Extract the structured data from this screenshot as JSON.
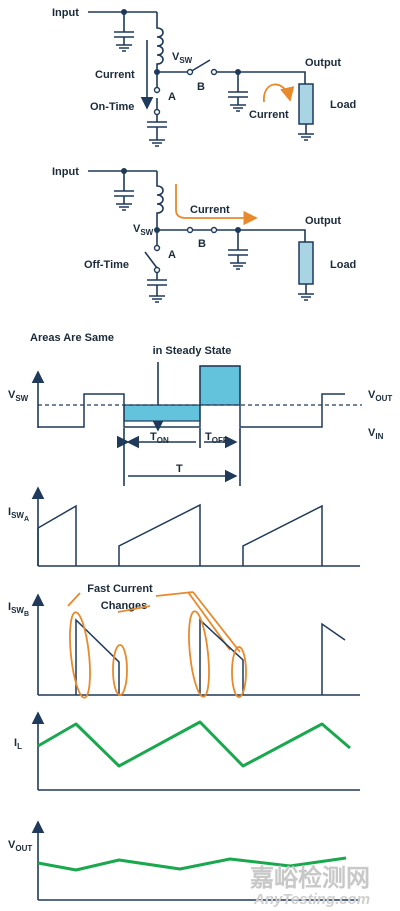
{
  "circuit_on": {
    "input": "Input",
    "output": "Output",
    "vsw": "V",
    "vsw_sub": "SW",
    "current_left": "Current",
    "current_right": "Current",
    "on_time": "On-Time",
    "node_a": "A",
    "node_b": "B",
    "load": "Load"
  },
  "circuit_off": {
    "input": "Input",
    "output": "Output",
    "vsw": "V",
    "vsw_sub": "SW",
    "current": "Current",
    "off_time": "Off-Time",
    "node_a": "A",
    "node_b": "B",
    "load": "Load"
  },
  "waveforms": {
    "note_line1": "Areas Are Same",
    "note_line2": "in Steady State",
    "vsw": {
      "main": "V",
      "sub": "SW"
    },
    "vout_right": {
      "main": "V",
      "sub": "OUT"
    },
    "vin": {
      "main": "V",
      "sub": "IN"
    },
    "ton": {
      "main": "T",
      "sub": "ON"
    },
    "toff": {
      "main": "T",
      "sub": "OFF"
    },
    "period": "T",
    "iswa": {
      "main": "I",
      "sub": "SW",
      "subsub": "A"
    },
    "iswb": {
      "main": "I",
      "sub": "SW",
      "subsub": "B"
    },
    "fast_line1": "Fast Current",
    "fast_line2": "Changes",
    "il": {
      "main": "I",
      "sub": "L"
    },
    "vout": {
      "main": "V",
      "sub": "OUT"
    }
  },
  "watermark": {
    "cn": "嘉峪检测网",
    "en": "AnyTesting.com"
  },
  "colors": {
    "wire": "#1f3a5a",
    "current_arrow": "#e8892b",
    "inductor_current": "#1aa84f",
    "area_fill": "#63c3dc",
    "load_fill": "#a9d4e4"
  }
}
